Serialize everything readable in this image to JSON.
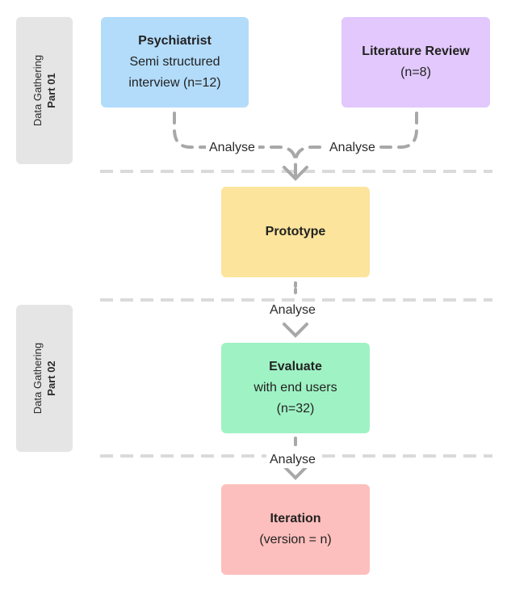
{
  "phases": [
    {
      "line1": "Data Gathering",
      "line2": "Part 01"
    },
    {
      "line1": "Data Gathering",
      "line2": "Part 02"
    }
  ],
  "nodes": {
    "psychiatrist": {
      "title": "Psychiatrist",
      "line1": "Semi structured",
      "line2": "interview (n=12)",
      "color": "#b3dcfb"
    },
    "literature": {
      "title": "Literature Review",
      "line1": "(n=8)",
      "color": "#e2c8fc"
    },
    "prototype": {
      "title": "Prototype",
      "color": "#fde49c"
    },
    "evaluate": {
      "title": "Evaluate",
      "line1": "with end users",
      "line2": "(n=32)",
      "color": "#9ff2c4"
    },
    "iteration": {
      "title": "Iteration",
      "line1": "(version = n)",
      "color": "#fdbfbd"
    }
  },
  "edges": {
    "psychiatrist_to_prototype": "Analyse",
    "literature_to_prototype": "Analyse",
    "prototype_to_evaluate": "Analyse",
    "evaluate_to_iteration": "Analyse"
  },
  "colors": {
    "divider": "#dadada",
    "connector": "#a8a8a8",
    "phase_bg": "#e5e5e5"
  }
}
